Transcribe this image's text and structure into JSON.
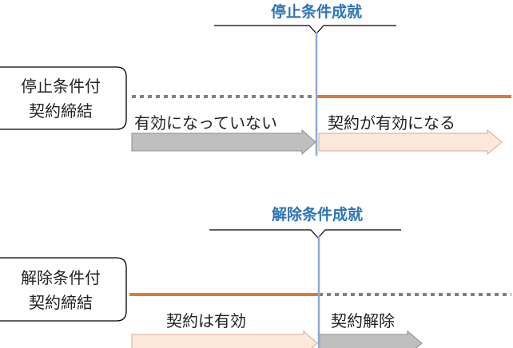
{
  "diagram": {
    "colors": {
      "accent_blue": "#2e75b6",
      "vertical_line": "#8eaadb",
      "effective_orange": "#d97b3a",
      "ineffective_gray": "#808080",
      "arrow_peach_fill": "#fde9dc",
      "arrow_peach_stroke": "#d6a98a",
      "arrow_gray_fill": "#bfbfbf",
      "arrow_gray_stroke": "#8c8c8c"
    },
    "suspensive": {
      "event_label": "停止条件成就",
      "contract_line1": "停止条件付",
      "contract_line2": "契約締結",
      "before_label": "有効になっていない",
      "after_label": "契約が有効になる"
    },
    "resolutory": {
      "event_label": "解除条件成就",
      "contract_line1": "解除条件付",
      "contract_line2": "契約締結",
      "before_label": "契約は有効",
      "after_label": "契約解除"
    }
  }
}
